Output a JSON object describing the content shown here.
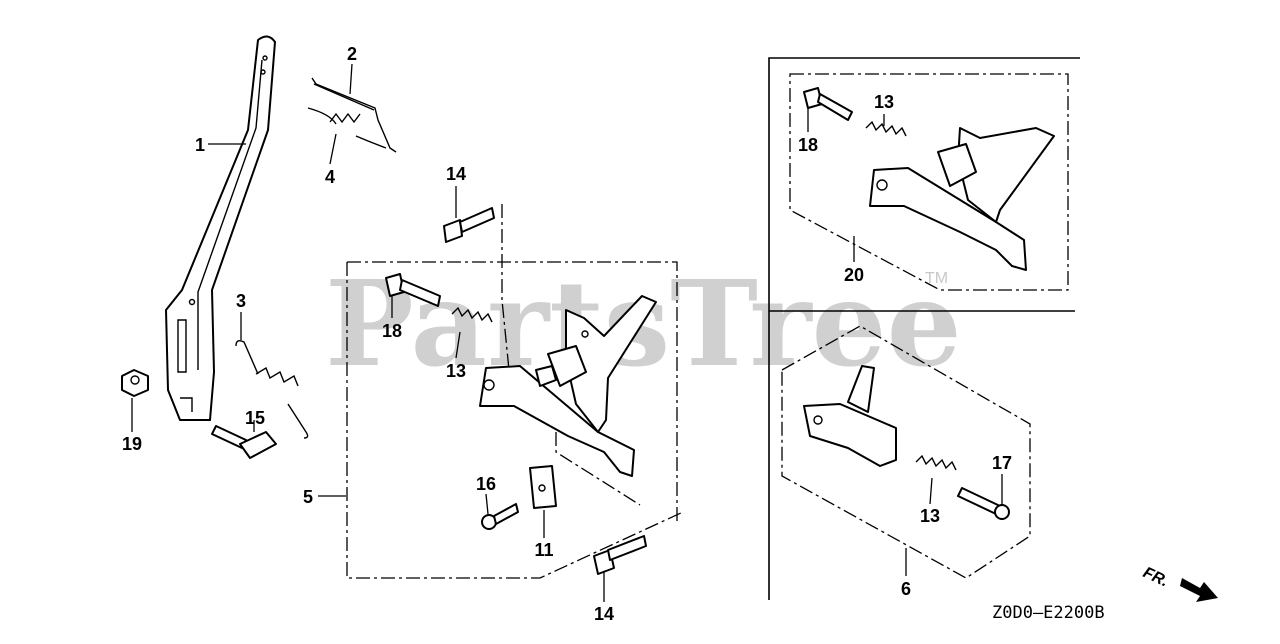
{
  "watermark": {
    "text": "PartsTree",
    "tm": "TM"
  },
  "diagram_code": "Z0D0—E2200B",
  "front_label": "FR.",
  "callouts": {
    "c1": "1",
    "c2": "2",
    "c3": "3",
    "c4": "4",
    "c5": "5",
    "c6": "6",
    "c11": "11",
    "c13a": "13",
    "c13b": "13",
    "c13c": "13",
    "c14a": "14",
    "c14b": "14",
    "c15": "15",
    "c16": "16",
    "c17": "17",
    "c18a": "18",
    "c18b": "18",
    "c19": "19",
    "c20": "20"
  }
}
